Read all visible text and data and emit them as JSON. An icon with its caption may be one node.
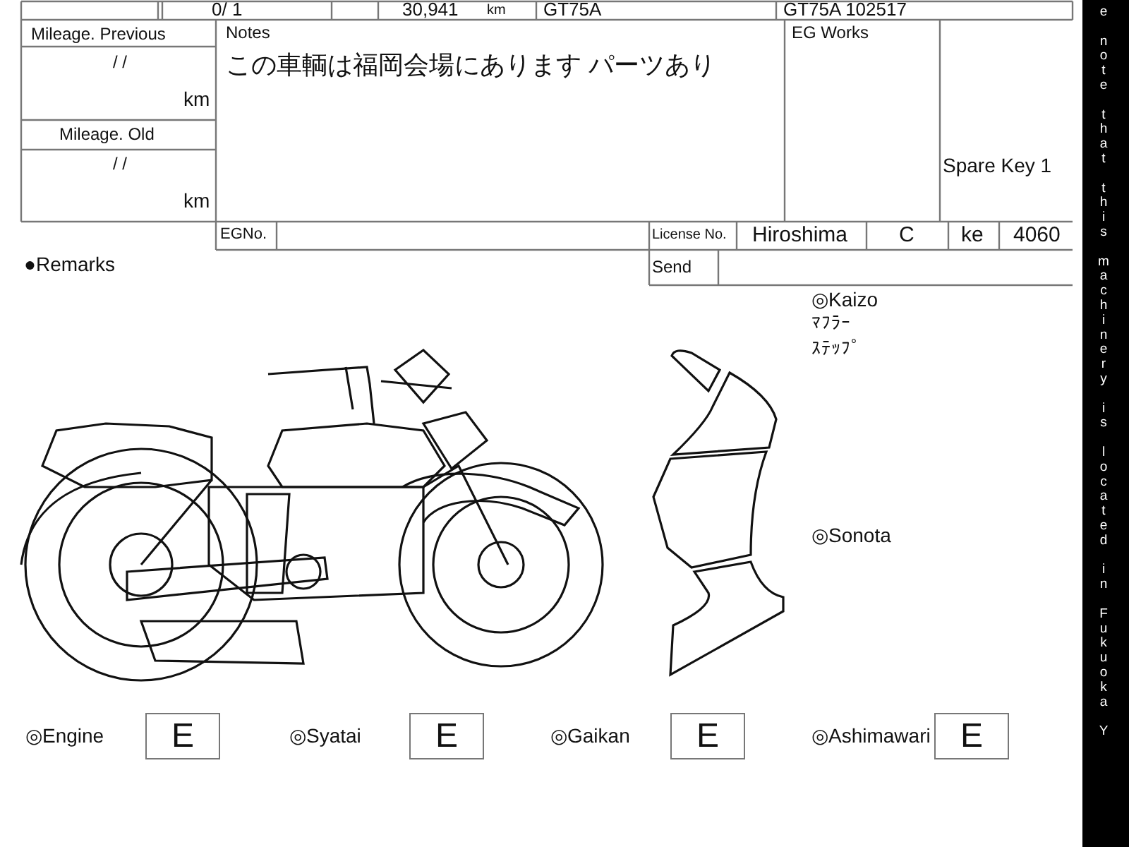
{
  "diagram": {
    "nodes": [
      {
        "text": [
          "E"
        ],
        "beside": [
          "◎Engine"
        ]
      },
      {
        "text": [
          "E"
        ],
        "beside": [
          "◎Syatai"
        ]
      },
      {
        "text": [
          "E"
        ],
        "beside": [
          "◎Gaikan"
        ]
      },
      {
        "text": [
          "E"
        ],
        "beside": [
          "◎Ashimawari"
        ]
      }
    ],
    "labels": [
      "0/ 1",
      "30,941",
      "km",
      "GT75A",
      "GT75A 102517",
      "Mileage. Previous",
      "Notes",
      "この車輌は福岡会場にあります パーツあり",
      "EG Works",
      "/ /",
      "km",
      "Mileage. Old",
      "/ /",
      "km",
      "Spare Key 1",
      "EGNo.",
      "License No.",
      "Hiroshima",
      "C",
      "ke",
      "4060",
      "●Remarks",
      "Send",
      "◎Kaizo",
      "ﾏﾌﾗｰ",
      "ｽﾃｯﾌﾟ",
      "◎Sonota",
      "e note that this machinery is located in Fukuoka Y"
    ]
  }
}
